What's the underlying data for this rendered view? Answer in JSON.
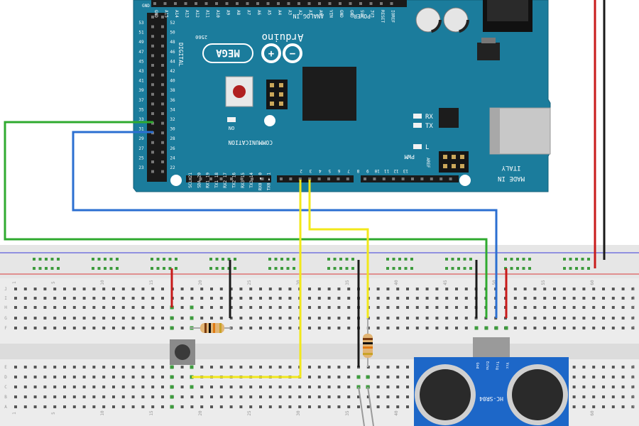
{
  "board": {
    "brand": "Arduino",
    "model": "MEGA",
    "model_sub": "2560",
    "made_in": "MADE IN",
    "country": "ITALY",
    "section_digital": "DIGITAL",
    "section_analog": "ANALOG IN",
    "section_power": "POWER",
    "section_communication": "COMMUNICATION",
    "section_pwm": "PWM",
    "led_on": "ON",
    "led_tx": "TX",
    "led_rx": "RX",
    "led_l": "L",
    "aref": "AREF",
    "gnd": "GND",
    "five_v": "5V",
    "top_header_labels": [
      "GND",
      "A15",
      "A14",
      "A13",
      "A12",
      "A11",
      "A10",
      "A9",
      "A8",
      "A7",
      "A6",
      "A5",
      "A4",
      "A3",
      "A2",
      "A1",
      "A0",
      "VIN",
      "GND",
      "GND",
      "5V",
      "3V3",
      "RESET",
      "IOREF"
    ],
    "comm_labels": [
      "SCL 21",
      "SDA 20",
      "RX1 19",
      "TX1 18",
      "RX2 17",
      "TX2 16",
      "RX3 15",
      "TX3 14",
      "RX0 ◄ 0",
      "TX0 ► 1"
    ],
    "pwm_labels": [
      "2",
      "3",
      "4",
      "5",
      "6",
      "7",
      "8",
      "9",
      "10",
      "11",
      "12",
      "13"
    ],
    "digital_labels": [
      "53",
      "51",
      "49",
      "47",
      "45",
      "43",
      "41",
      "39",
      "37",
      "35",
      "33",
      "31",
      "29",
      "27",
      "25",
      "23"
    ],
    "digital_labels_right": [
      "52",
      "50",
      "48",
      "46",
      "44",
      "42",
      "40",
      "38",
      "36",
      "34",
      "32",
      "30",
      "28",
      "26",
      "24",
      "22"
    ]
  },
  "breadboard": {
    "column_numbers": [
      "1",
      "5",
      "10",
      "15",
      "20",
      "25",
      "30",
      "35",
      "40",
      "45",
      "50",
      "55",
      "60"
    ],
    "row_letters_top": [
      "J",
      "I",
      "H",
      "G",
      "F"
    ],
    "row_letters_bottom": [
      "E",
      "D",
      "C",
      "B",
      "A"
    ]
  },
  "sensor": {
    "model": "HC-SR04",
    "pins": [
      "Vcc",
      "Trig",
      "Echo",
      "Gnd"
    ]
  },
  "colors": {
    "board": "#1b7c9c",
    "wire_green": "#2faa2f",
    "wire_blue": "#2b6fd1",
    "wire_yellow": "#f2e81a",
    "wire_red": "#c81a1a",
    "wire_black": "#1a1a1a",
    "breadboard": "#ebebeb",
    "sensor": "#1d67c8"
  }
}
